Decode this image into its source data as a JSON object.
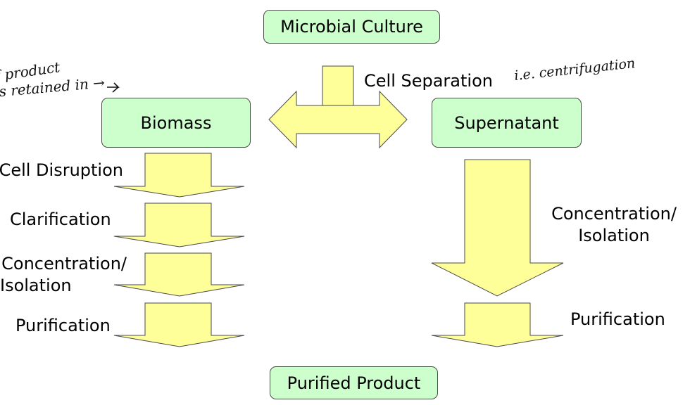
{
  "diagram": {
    "nodes": {
      "source": "Microbial Culture",
      "biomass": "Biomass",
      "supernatant": "Supernatant",
      "product": "Purified Product"
    },
    "separation_step": "Cell Separation",
    "biomass_steps": [
      "Cell Disruption",
      "Clarification",
      "Concentration/",
      "Isolation",
      "Purification"
    ],
    "supernatant_steps": [
      "Concentration/",
      "Isolation",
      "Purification"
    ],
    "annotations": {
      "separation_note": "i.e. centrifugation",
      "biomass_note_line1": "if product",
      "biomass_note_line2": "is retained in →"
    },
    "colors": {
      "node_fill": "#ccffcc",
      "arrow_fill": "#ffff99",
      "stroke": "#4a4a4a"
    }
  }
}
